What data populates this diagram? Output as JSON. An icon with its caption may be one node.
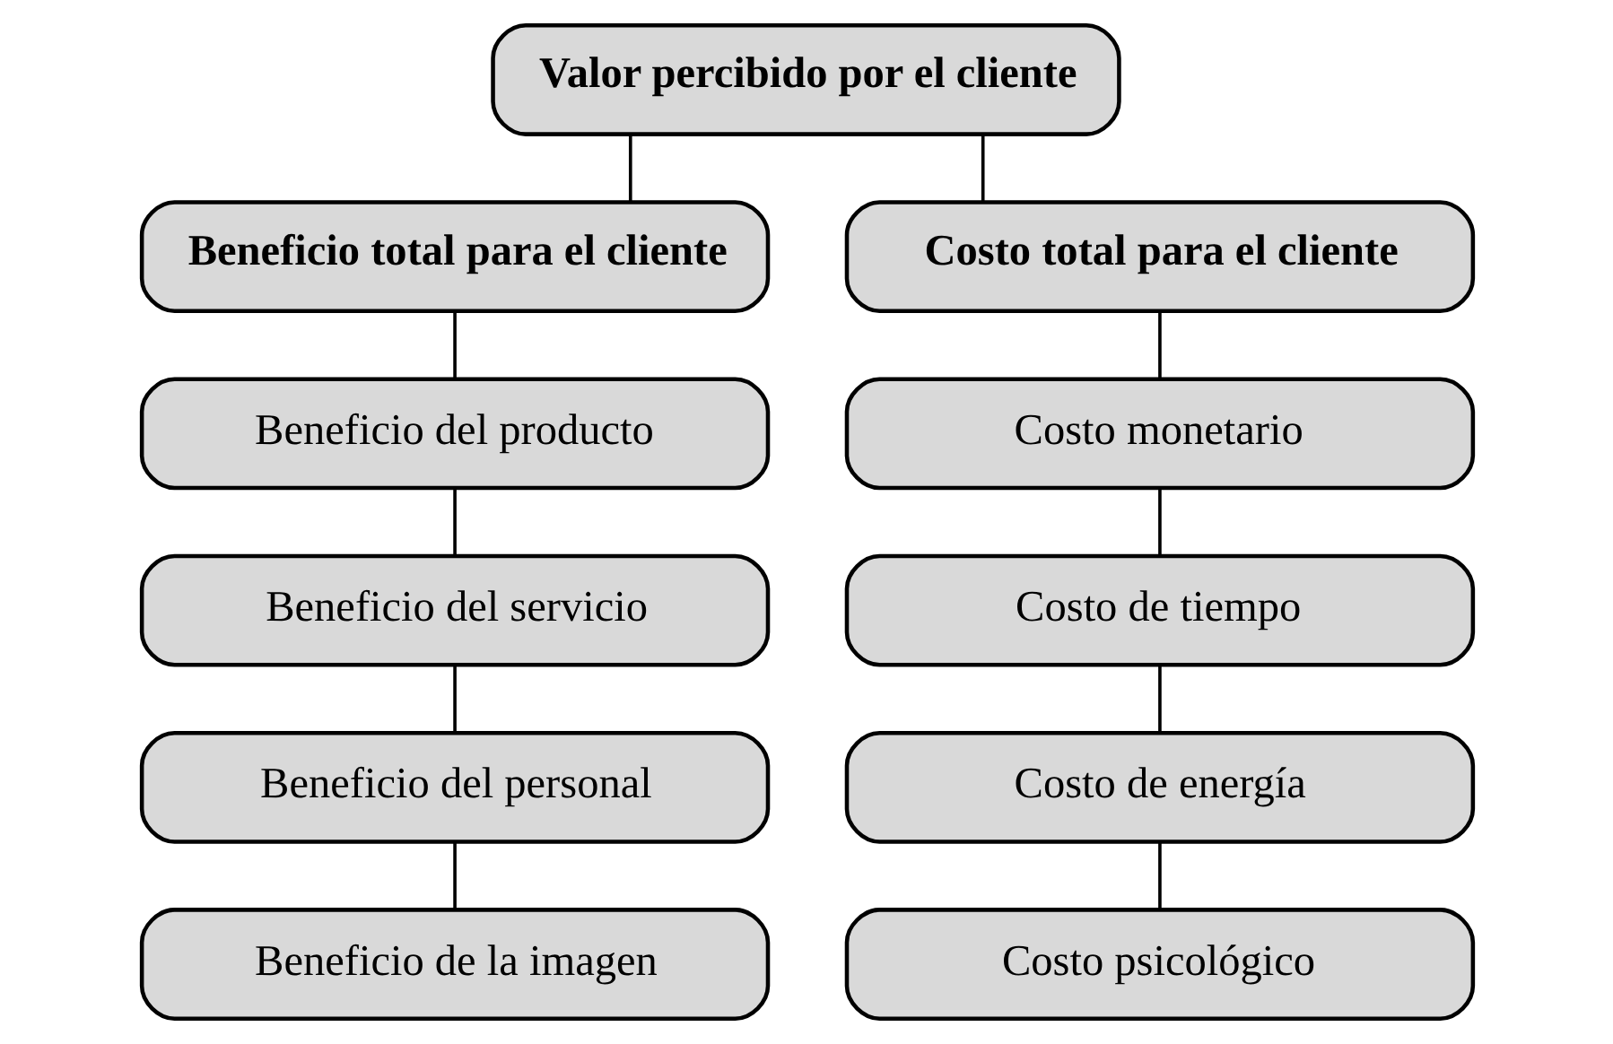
{
  "diagram": {
    "nodes": [
      {
        "text": [
          "Valor percibido por el cliente"
        ]
      },
      {
        "text": [
          "Beneficio total para el cliente"
        ]
      },
      {
        "text": [
          "Costo total para el cliente"
        ]
      },
      {
        "text": [
          "Beneficio del producto"
        ]
      },
      {
        "text": [
          "Costo monetario"
        ]
      },
      {
        "text": [
          "Beneficio del servicio"
        ]
      },
      {
        "text": [
          "Costo de tiempo"
        ]
      },
      {
        "text": [
          "Beneficio del personal"
        ]
      },
      {
        "text": [
          "Costo de energía"
        ]
      },
      {
        "text": [
          "Beneficio de la imagen"
        ]
      },
      {
        "text": [
          "Costo psicológico"
        ]
      }
    ],
    "edges": [
      {
        "from": 0,
        "to": 1,
        "arrow": "none"
      },
      {
        "from": 0,
        "to": 2,
        "arrow": "none"
      },
      {
        "from": 1,
        "to": 3,
        "arrow": "none"
      },
      {
        "from": 3,
        "to": 5,
        "arrow": "none"
      },
      {
        "from": 5,
        "to": 7,
        "arrow": "none"
      },
      {
        "from": 7,
        "to": 9,
        "arrow": "none"
      },
      {
        "from": 2,
        "to": 4,
        "arrow": "none"
      },
      {
        "from": 4,
        "to": 6,
        "arrow": "none"
      },
      {
        "from": 6,
        "to": 8,
        "arrow": "none"
      },
      {
        "from": 8,
        "to": 10,
        "arrow": "none"
      }
    ]
  }
}
